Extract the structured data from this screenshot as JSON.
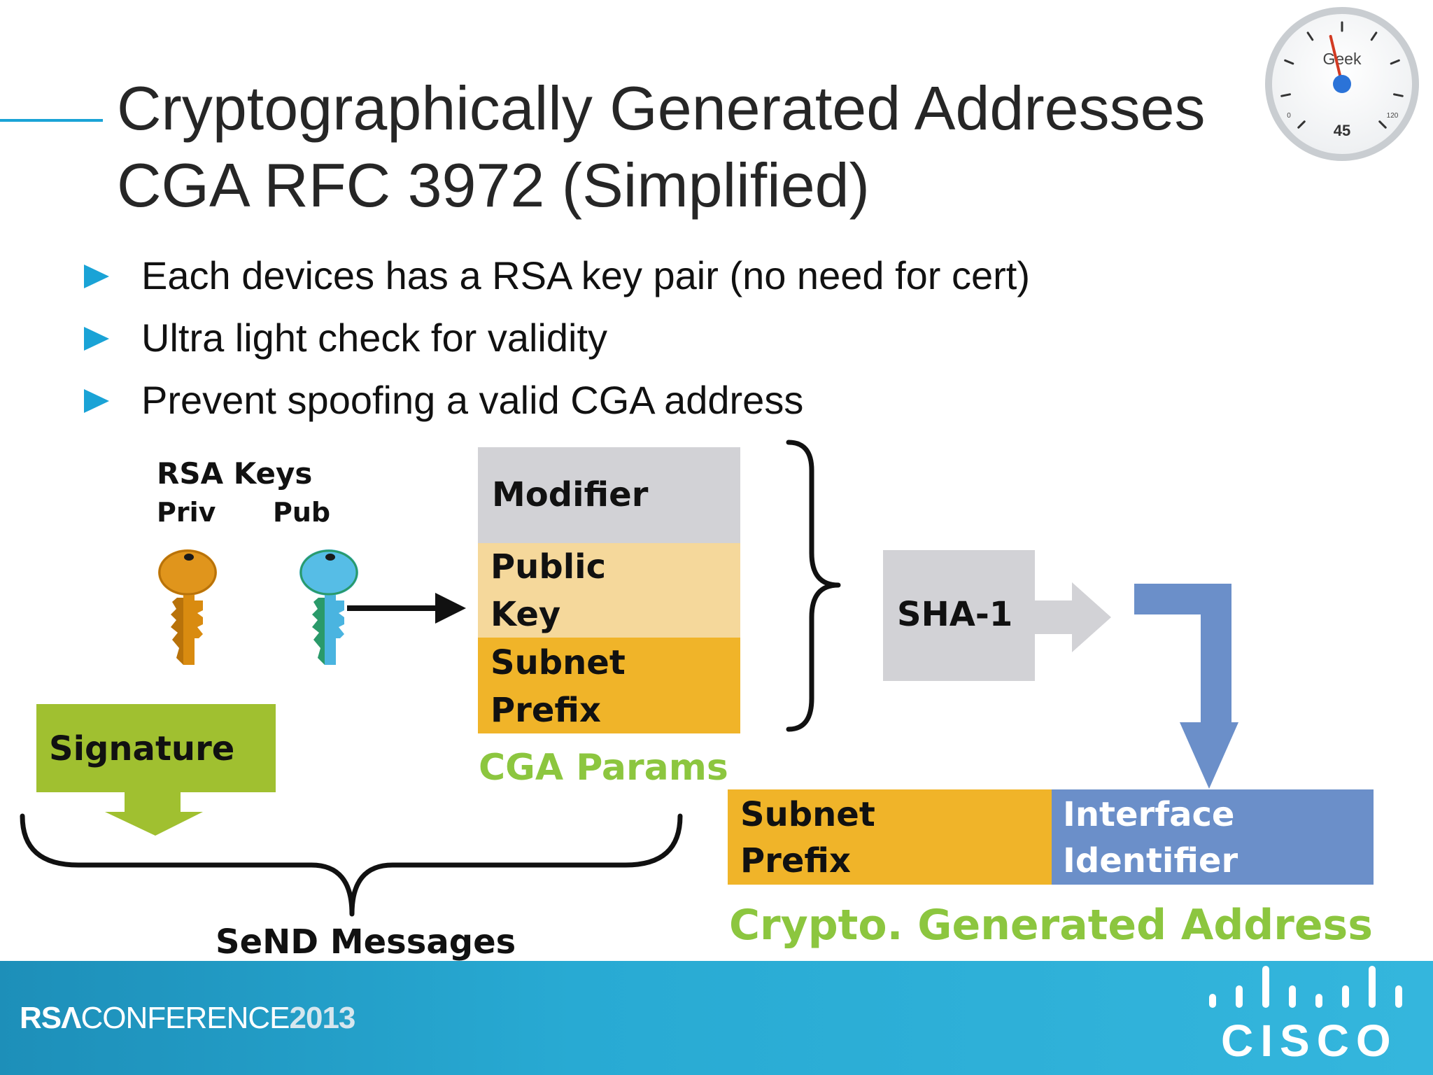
{
  "title": {
    "line1": "Cryptographically Generated Addresses",
    "line2": "CGA RFC 3972 (Simplified)"
  },
  "gauge": {
    "label": "Geek",
    "value": "45",
    "scale_min": "0",
    "scale_max": "120",
    "fraction": 0.45
  },
  "bullets": [
    "Each devices has a RSA key pair (no need for cert)",
    "Ultra light check for validity",
    "Prevent spoofing a valid CGA address"
  ],
  "keys": {
    "heading": "RSA Keys",
    "private_label": "Priv",
    "public_label": "Pub"
  },
  "cga_params": {
    "modifier": "Modifier",
    "public_key_line1": "Public",
    "public_key_line2": "Key",
    "subnet_line1": "Subnet",
    "subnet_line2": "Prefix",
    "caption": "CGA Params"
  },
  "hash": {
    "label": "SHA-1"
  },
  "signature": {
    "label": "Signature"
  },
  "send": {
    "label": "SeND Messages"
  },
  "address": {
    "subnet_line1": "Subnet",
    "subnet_line2": "Prefix",
    "iid_line1": "Interface",
    "iid_line2": "Identifier",
    "caption": "Crypto. Generated Address"
  },
  "footer": {
    "rsa_a": "RS",
    "rsa_b": "Λ",
    "rsa_c": "CONFERENCE",
    "year": "2013",
    "cisco": "CISCO"
  },
  "colors": {
    "accent_blue": "#1aa3d6",
    "modifier_gray": "#d2d2d6",
    "public_key_tan": "#f5d89b",
    "subnet_orange": "#f0b429",
    "signature_green": "#a0c030",
    "caption_green": "#8cc63f",
    "iid_blue": "#6b8fc9",
    "private_key_orange": "#d98b10",
    "public_key_blue": "#4ab4e0"
  }
}
